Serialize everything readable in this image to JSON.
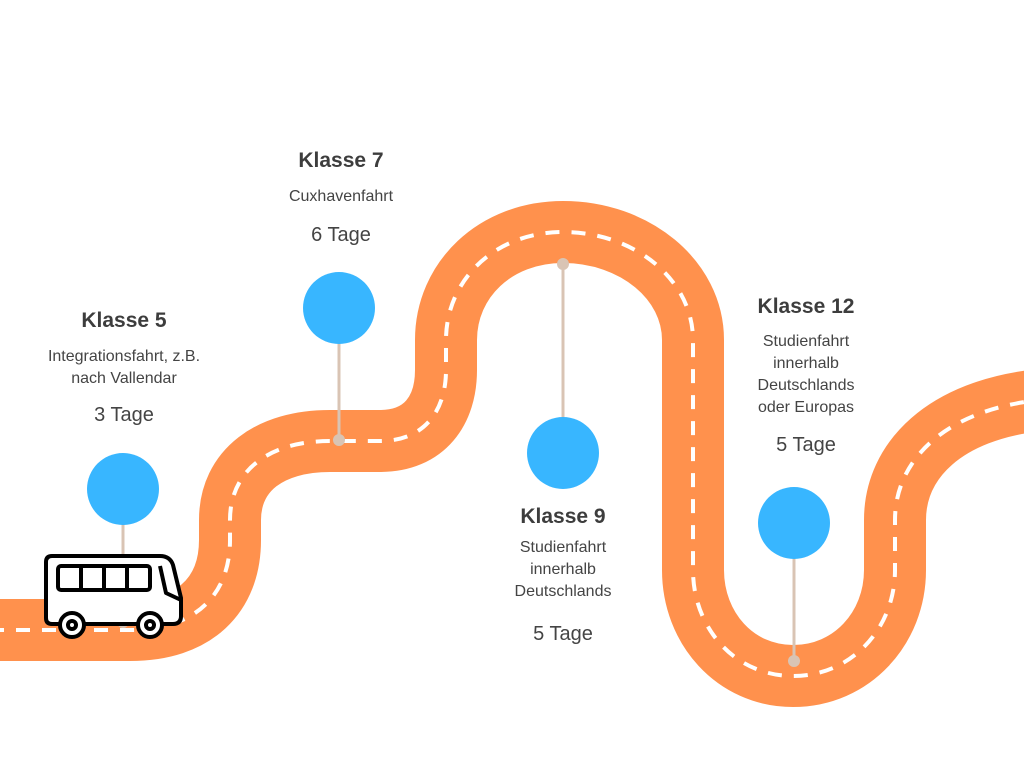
{
  "diagram": {
    "type": "roadmap-timeline",
    "colors": {
      "road": "#FF914D",
      "road_dash": "#FFFFFF",
      "marker": "#38B6FF",
      "pin": "#D9C4B4",
      "bus_outline": "#000000"
    },
    "vehicle_icon": "bus-icon",
    "stops": [
      {
        "title": "Klasse 5",
        "description": [
          "Integrationsfahrt, z.B.",
          "nach Vallendar"
        ],
        "duration": "3 Tage"
      },
      {
        "title": "Klasse 7",
        "description": [
          "Cuxhavenfahrt"
        ],
        "duration": "6 Tage"
      },
      {
        "title": "Klasse 9",
        "description": [
          "Studienfahrt",
          "innerhalb",
          "Deutschlands"
        ],
        "duration": "5 Tage"
      },
      {
        "title": "Klasse 12",
        "description": [
          "Studienfahrt",
          "innerhalb",
          "Deutschlands",
          "oder Europas"
        ],
        "duration": "5 Tage"
      }
    ]
  }
}
